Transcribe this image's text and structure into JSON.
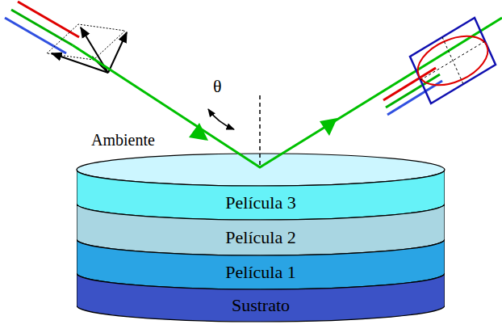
{
  "diagram": {
    "nodes": [
      {
        "text": [
          "Película 3"
        ]
      },
      {
        "text": [
          "Película 2"
        ]
      },
      {
        "text": [
          "Película 1"
        ]
      },
      {
        "text": [
          "Sustrato"
        ]
      }
    ],
    "labels": [
      "Ambiente",
      "θ"
    ]
  }
}
